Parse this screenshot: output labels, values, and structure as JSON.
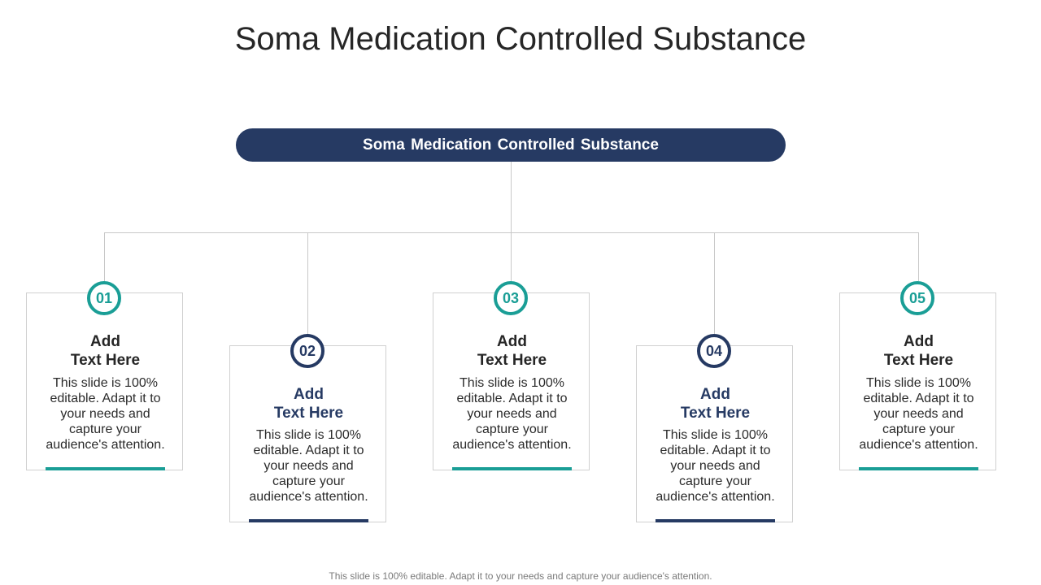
{
  "title": "Soma Medication Controlled Substance",
  "root": {
    "label": "Soma Medication Controlled Substance"
  },
  "colors": {
    "navy": "#263a63",
    "teal": "#1a9e96",
    "connector": "#c8c8c8"
  },
  "cards": [
    {
      "number": "01",
      "heading_line1": "Add",
      "heading_line2": "Text Here",
      "body": "This slide is 100% editable. Adapt it to your needs and capture your audience's attention.",
      "accent": "teal"
    },
    {
      "number": "02",
      "heading_line1": "Add",
      "heading_line2": "Text Here",
      "body": "This slide is 100% editable. Adapt it to your needs and capture your audience's attention.",
      "accent": "navy"
    },
    {
      "number": "03",
      "heading_line1": "Add",
      "heading_line2": "Text Here",
      "body": "This slide is 100% editable. Adapt it to your needs and capture your audience's attention.",
      "accent": "teal"
    },
    {
      "number": "04",
      "heading_line1": "Add",
      "heading_line2": "Text Here",
      "body": "This slide is 100% editable. Adapt it to your needs and capture your audience's attention.",
      "accent": "navy"
    },
    {
      "number": "05",
      "heading_line1": "Add",
      "heading_line2": "Text Here",
      "body": "This slide is 100% editable. Adapt it to your needs and capture your audience's attention.",
      "accent": "teal"
    }
  ],
  "footer": "This slide is 100% editable. Adapt it to your needs and capture your audience's attention."
}
